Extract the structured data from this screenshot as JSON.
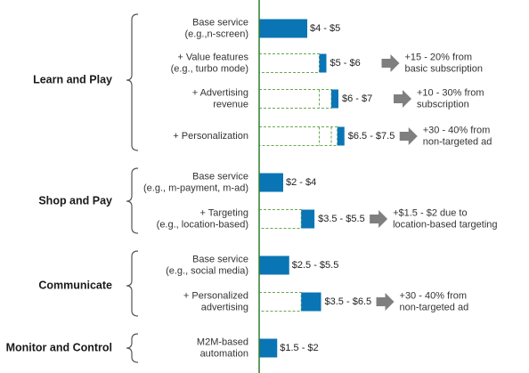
{
  "chart_data": {
    "type": "bar",
    "orientation": "horizontal",
    "stacking": "incremental",
    "xlim": [
      0,
      8.5
    ],
    "colors": {
      "bar": "#0a75b4",
      "axis": "#2e7d32",
      "dashed": "#6aa84f",
      "arrow": "#7f7f7f",
      "brace": "#555555"
    },
    "groups": [
      {
        "name": "Learn and Play",
        "rows": [
          {
            "label": [
              "Base service",
              "(e.g.,n-screen)"
            ],
            "value_text": "$4 - $5",
            "base_from": 0,
            "low": 4,
            "high": 5,
            "dividers": [],
            "annotation": []
          },
          {
            "label": [
              "+ Value features",
              "(e.g., turbo mode)"
            ],
            "value_text": "$5 - $6",
            "base_from": 0,
            "low": 5,
            "high": 6,
            "dividers": [],
            "annotation": [
              "+15 - 20% from",
              "basic subscription"
            ]
          },
          {
            "label": [
              "+ Advertising",
              "revenue"
            ],
            "value_text": "$6 - $7",
            "base_from": 0,
            "low": 6,
            "high": 7,
            "dividers": [
              5
            ],
            "annotation": [
              "+10 - 30% from",
              "subscription"
            ]
          },
          {
            "label": [
              "+ Personalization"
            ],
            "value_text": "$6.5 -  $7.5",
            "base_from": 0,
            "low": 6.5,
            "high": 7.5,
            "dividers": [
              5,
              6
            ],
            "annotation": [
              "+30 - 40% from",
              "non-targeted  ad"
            ]
          }
        ]
      },
      {
        "name": "Shop and Pay",
        "rows": [
          {
            "label": [
              "Base service",
              "(e.g., m-payment,  m-ad)"
            ],
            "value_text": "$2 - $4",
            "base_from": 0,
            "low": 2,
            "high": 4,
            "dividers": [],
            "annotation": []
          },
          {
            "label": [
              "+ Targeting",
              "(e.g., location-based)"
            ],
            "value_text": "$3.5 - $5.5",
            "base_from": 0,
            "low": 3.5,
            "high": 5.5,
            "dividers": [],
            "annotation": [
              "+$1.5 - $2 due to",
              "location-based  targeting"
            ]
          }
        ]
      },
      {
        "name": "Communicate",
        "rows": [
          {
            "label": [
              "Base service",
              "(e.g., social media)"
            ],
            "value_text": "$2.5 - $5.5",
            "base_from": 0,
            "low": 2.5,
            "high": 5.5,
            "dividers": [],
            "annotation": []
          },
          {
            "label": [
              "+ Personalized",
              "advertising"
            ],
            "value_text": "$3.5 - $6.5",
            "base_from": 0,
            "low": 3.5,
            "high": 6.5,
            "dividers": [],
            "annotation": [
              "+30 - 40% from",
              "non-targeted  ad"
            ]
          }
        ]
      },
      {
        "name": "Monitor and Control",
        "rows": [
          {
            "label": [
              "M2M-based",
              "automation"
            ],
            "value_text": "$1.5 - $2",
            "base_from": 0,
            "low": 1.5,
            "high": 2,
            "dividers": [],
            "annotation": []
          }
        ]
      }
    ]
  }
}
